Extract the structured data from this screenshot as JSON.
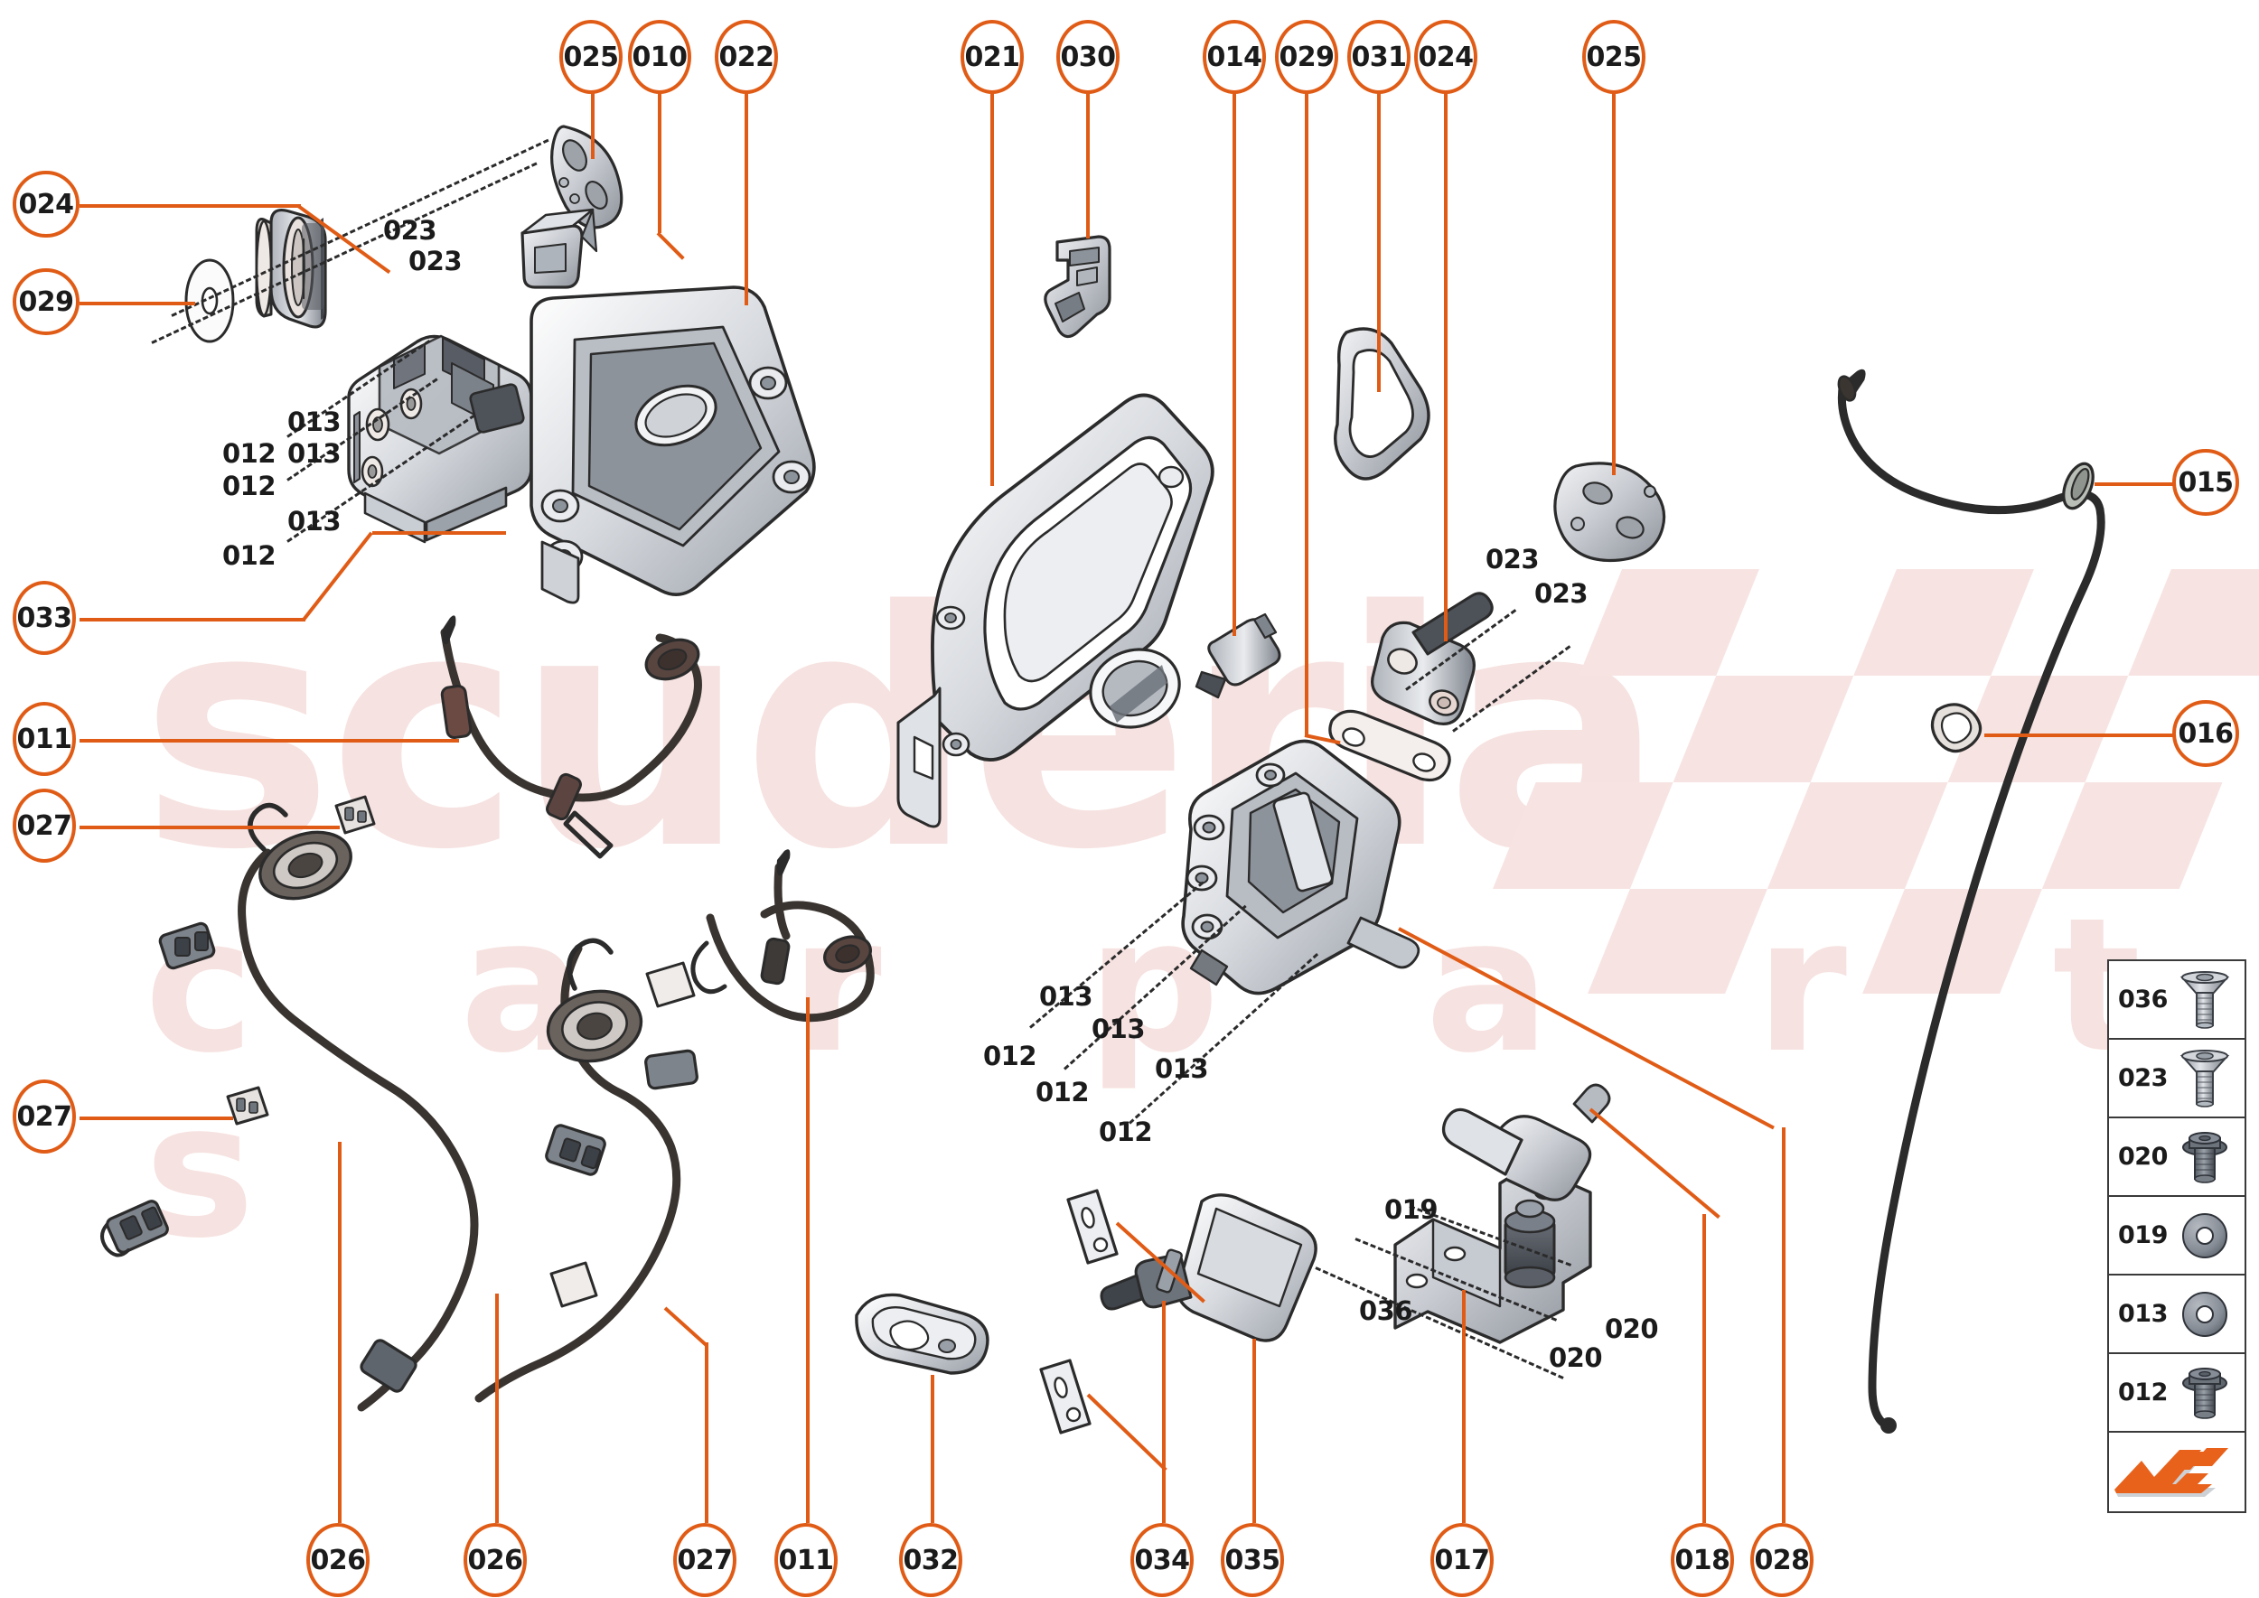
{
  "diagram": {
    "title": "Exploded parts diagram",
    "accent_color": "#e05c16",
    "line_color": "#2b2b2b",
    "watermark_color": "#f6e2e0",
    "watermark_primary": "scuderia",
    "watermark_secondary": "c a r p a r t s"
  },
  "callouts": [
    {
      "id": "c024a",
      "label": "024"
    },
    {
      "id": "c029a",
      "label": "029"
    },
    {
      "id": "c025a",
      "label": "025"
    },
    {
      "id": "c010",
      "label": "010"
    },
    {
      "id": "c022",
      "label": "022"
    },
    {
      "id": "c021",
      "label": "021"
    },
    {
      "id": "c030",
      "label": "030"
    },
    {
      "id": "c014",
      "label": "014"
    },
    {
      "id": "c029b",
      "label": "029"
    },
    {
      "id": "c031",
      "label": "031"
    },
    {
      "id": "c024b",
      "label": "024"
    },
    {
      "id": "c025b",
      "label": "025"
    },
    {
      "id": "c015",
      "label": "015"
    },
    {
      "id": "c016",
      "label": "016"
    },
    {
      "id": "c033",
      "label": "033"
    },
    {
      "id": "c011a",
      "label": "011"
    },
    {
      "id": "c027a",
      "label": "027"
    },
    {
      "id": "c027b",
      "label": "027"
    },
    {
      "id": "c026a",
      "label": "026"
    },
    {
      "id": "c026b",
      "label": "026"
    },
    {
      "id": "c027c",
      "label": "027"
    },
    {
      "id": "c011b",
      "label": "011"
    },
    {
      "id": "c032",
      "label": "032"
    },
    {
      "id": "c034",
      "label": "034"
    },
    {
      "id": "c035",
      "label": "035"
    },
    {
      "id": "c017",
      "label": "017"
    },
    {
      "id": "c018",
      "label": "018"
    },
    {
      "id": "c028",
      "label": "028"
    }
  ],
  "part_numbers": [
    {
      "id": "p1",
      "label": "023"
    },
    {
      "id": "p2",
      "label": "023"
    },
    {
      "id": "p3",
      "label": "013"
    },
    {
      "id": "p4",
      "label": "012"
    },
    {
      "id": "p5",
      "label": "013"
    },
    {
      "id": "p6",
      "label": "012"
    },
    {
      "id": "p7",
      "label": "013"
    },
    {
      "id": "p8",
      "label": "012"
    },
    {
      "id": "p9",
      "label": "023"
    },
    {
      "id": "p10",
      "label": "023"
    },
    {
      "id": "p11",
      "label": "013"
    },
    {
      "id": "p12",
      "label": "012"
    },
    {
      "id": "p13",
      "label": "013"
    },
    {
      "id": "p14",
      "label": "012"
    },
    {
      "id": "p15",
      "label": "013"
    },
    {
      "id": "p16",
      "label": "012"
    },
    {
      "id": "p17",
      "label": "019"
    },
    {
      "id": "p18",
      "label": "036"
    },
    {
      "id": "p19",
      "label": "020"
    },
    {
      "id": "p20",
      "label": "020"
    }
  ],
  "legend": {
    "rows": [
      {
        "code": "036",
        "icon": "countersunk-bolt-icon"
      },
      {
        "code": "023",
        "icon": "countersunk-bolt-icon"
      },
      {
        "code": "020",
        "icon": "flange-bolt-icon"
      },
      {
        "code": "019",
        "icon": "washer-icon"
      },
      {
        "code": "013",
        "icon": "washer-icon"
      },
      {
        "code": "012",
        "icon": "flange-bolt-icon"
      }
    ],
    "logo": "scuderia-arrow-logo"
  }
}
